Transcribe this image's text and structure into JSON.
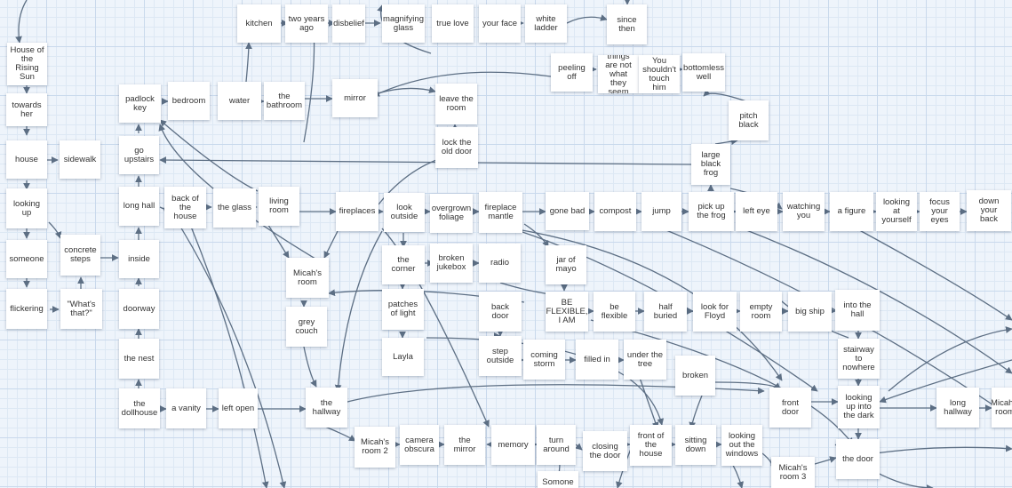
{
  "nodes": [
    {
      "id": "kitchen",
      "label": "kitchen"
    },
    {
      "id": "two-years-ago",
      "label": "two years\nago"
    },
    {
      "id": "disbelief",
      "label": "disbelief"
    },
    {
      "id": "magnifying-glass",
      "label": "magnifying\nglass"
    },
    {
      "id": "true-love",
      "label": "true love"
    },
    {
      "id": "your-face",
      "label": "your face"
    },
    {
      "id": "white-ladder",
      "label": "white\nladder"
    },
    {
      "id": "since-then",
      "label": "since\nthen"
    },
    {
      "id": "house-rising-sun",
      "label": "House of\nthe\nRising\nSun"
    },
    {
      "id": "peeling-off",
      "label": "peeling\noff"
    },
    {
      "id": "things-not",
      "label": "things\nare not\nwhat\nthey\nseem"
    },
    {
      "id": "you-shouldnt",
      "label": "You\nshouldn't\ntouch\nhim"
    },
    {
      "id": "bottomless-well",
      "label": "bottomless\nwell"
    },
    {
      "id": "padlock-key",
      "label": "padlock\nkey"
    },
    {
      "id": "bedroom",
      "label": "bedroom"
    },
    {
      "id": "water",
      "label": "water"
    },
    {
      "id": "the-bathroom",
      "label": "the\nbathroom"
    },
    {
      "id": "mirror",
      "label": "mirror"
    },
    {
      "id": "leave-room",
      "label": "leave the\nroom"
    },
    {
      "id": "towards-her",
      "label": "towards\nher"
    },
    {
      "id": "pitch-black",
      "label": "pitch\nblack"
    },
    {
      "id": "lock-old-door",
      "label": "lock the\nold door"
    },
    {
      "id": "house",
      "label": "house"
    },
    {
      "id": "sidewalk",
      "label": "sidewalk"
    },
    {
      "id": "go-upstairs",
      "label": "go\nupstairs"
    },
    {
      "id": "large-black-frog",
      "label": "large\nblack\nfrog"
    },
    {
      "id": "long-hall",
      "label": "long hall"
    },
    {
      "id": "back-of-house",
      "label": "back of\nthe\nhouse"
    },
    {
      "id": "the-glass",
      "label": "the glass"
    },
    {
      "id": "living-room",
      "label": "living\nroom"
    },
    {
      "id": "fireplaces",
      "label": "fireplaces"
    },
    {
      "id": "look-outside",
      "label": "look\noutside"
    },
    {
      "id": "overgrown-foliage",
      "label": "overgrown\nfoliage"
    },
    {
      "id": "fireplace-mantle",
      "label": "fireplace\nmantle"
    },
    {
      "id": "gone-bad",
      "label": "gone bad"
    },
    {
      "id": "compost",
      "label": "compost"
    },
    {
      "id": "jump",
      "label": "jump"
    },
    {
      "id": "pick-up-frog",
      "label": "pick up\nthe frog"
    },
    {
      "id": "left-eye",
      "label": "left eye"
    },
    {
      "id": "watching-you",
      "label": "watching\nyou"
    },
    {
      "id": "a-figure",
      "label": "a figure"
    },
    {
      "id": "looking-at-yourself",
      "label": "looking\nat\nyourself"
    },
    {
      "id": "focus-eyes",
      "label": "focus\nyour eyes"
    },
    {
      "id": "down-your-back",
      "label": "down\nyour\nback"
    },
    {
      "id": "looking-up",
      "label": "looking\nup"
    },
    {
      "id": "concrete-steps",
      "label": "concrete\nsteps"
    },
    {
      "id": "inside",
      "label": "inside"
    },
    {
      "id": "someone",
      "label": "someone"
    },
    {
      "id": "micahs-room",
      "label": "Micah's\nroom"
    },
    {
      "id": "the-corner",
      "label": "the\ncorner"
    },
    {
      "id": "broken-jukebox",
      "label": "broken\njukebox"
    },
    {
      "id": "radio",
      "label": "radio"
    },
    {
      "id": "jar-of-mayo",
      "label": "jar of\nmayo"
    },
    {
      "id": "flickering",
      "label": "flickering"
    },
    {
      "id": "whats-that",
      "label": "\"What's\nthat?\""
    },
    {
      "id": "doorway",
      "label": "doorway"
    },
    {
      "id": "grey-couch",
      "label": "grey\ncouch"
    },
    {
      "id": "patches-of-light",
      "label": "patches\nof light"
    },
    {
      "id": "back-door",
      "label": "back\ndoor"
    },
    {
      "id": "be-flexible-i-am",
      "label": "BE\nFLEXIBLE,\nI AM"
    },
    {
      "id": "be-flexible",
      "label": "be\nflexible"
    },
    {
      "id": "half-buried",
      "label": "half\nburied"
    },
    {
      "id": "look-for-floyd",
      "label": "look for\nFloyd"
    },
    {
      "id": "empty-room",
      "label": "empty\nroom"
    },
    {
      "id": "big-ship",
      "label": "big ship"
    },
    {
      "id": "into-the-hall",
      "label": "into the\nhall"
    },
    {
      "id": "the-nest",
      "label": "the nest"
    },
    {
      "id": "layla",
      "label": "Layla"
    },
    {
      "id": "step-outside",
      "label": "step\noutside"
    },
    {
      "id": "coming-storm",
      "label": "coming\nstorm"
    },
    {
      "id": "filled-in",
      "label": "filled in"
    },
    {
      "id": "under-the-tree",
      "label": "under the\ntree"
    },
    {
      "id": "stairway-nowhere",
      "label": "stairway\nto\nnowhere"
    },
    {
      "id": "broken",
      "label": "broken"
    },
    {
      "id": "the-dollhouse",
      "label": "the\ndollhouse"
    },
    {
      "id": "a-vanity",
      "label": "a vanity"
    },
    {
      "id": "left-open",
      "label": "left open"
    },
    {
      "id": "the-hallway",
      "label": "the\nhallway"
    },
    {
      "id": "front-door",
      "label": "front\ndoor"
    },
    {
      "id": "looking-up-dark",
      "label": "looking\nup into\nthe dark"
    },
    {
      "id": "long-hallway",
      "label": "long\nhallway"
    },
    {
      "id": "micahs-room-edge",
      "label": "Micah's\nroom"
    },
    {
      "id": "micahs-room-2",
      "label": "Micah's\nroom 2"
    },
    {
      "id": "camera-obscura",
      "label": "camera\nobscura"
    },
    {
      "id": "the-mirror",
      "label": "the\nmirror"
    },
    {
      "id": "memory",
      "label": "memory"
    },
    {
      "id": "turn-around",
      "label": "turn\naround"
    },
    {
      "id": "closing-door",
      "label": "closing\nthe door"
    },
    {
      "id": "front-of-house",
      "label": "front of\nthe\nhouse"
    },
    {
      "id": "sitting-down",
      "label": "sitting\ndown"
    },
    {
      "id": "looking-out-windows",
      "label": "looking\nout the\nwindows"
    },
    {
      "id": "the-door",
      "label": "the door"
    },
    {
      "id": "micahs-room-3",
      "label": "Micah's\nroom 3"
    },
    {
      "id": "somone",
      "label": "Somone"
    }
  ]
}
